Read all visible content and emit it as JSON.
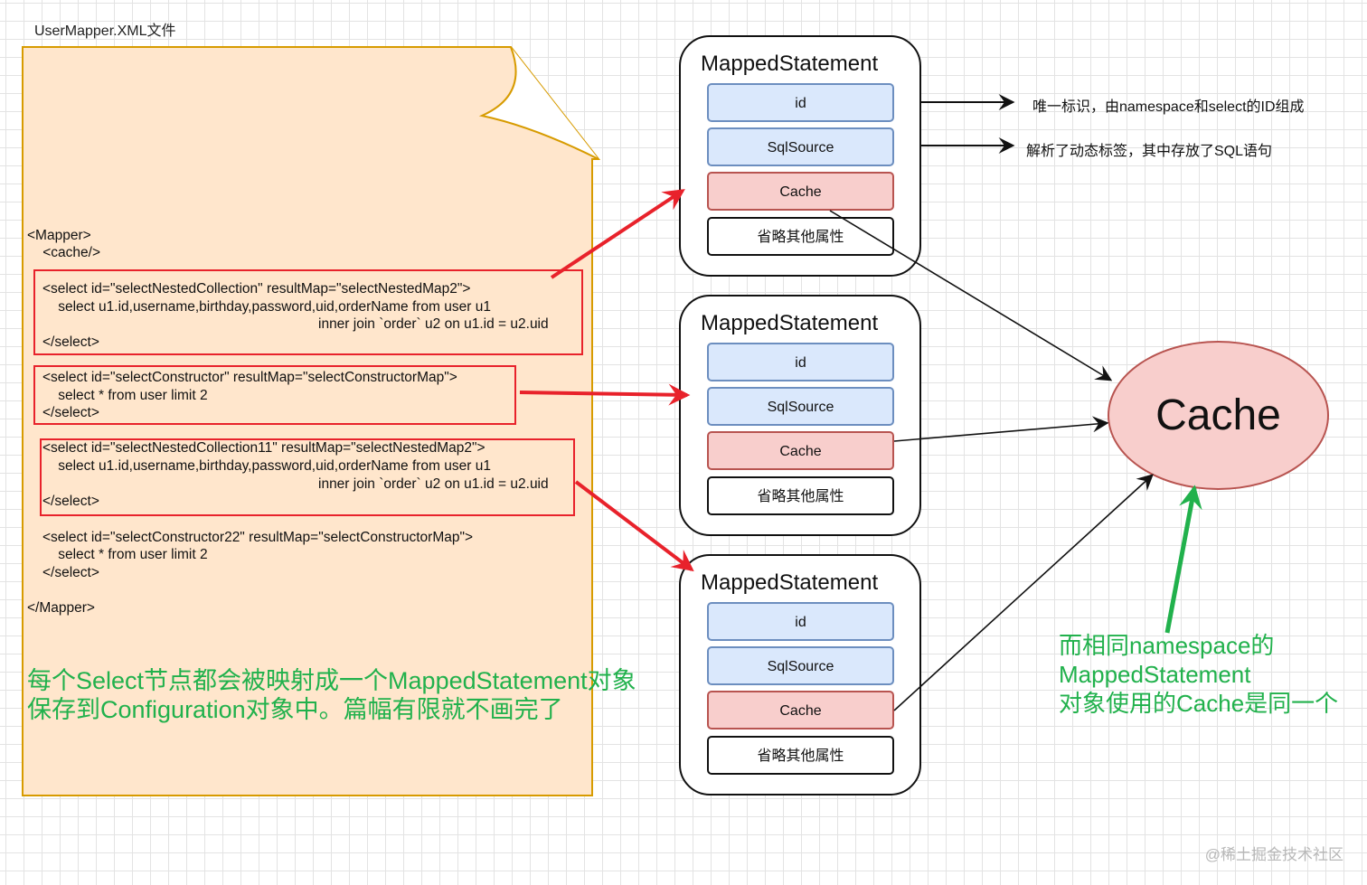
{
  "file_label": "UserMapper.XML文件",
  "code": {
    "mapper_open": "<Mapper>",
    "cache_tag": "    <cache/>",
    "select1": [
      "<select id=\"selectNestedCollection\" resultMap=\"selectNestedMap2\">",
      "    select u1.id,username,birthday,password,uid,orderName from user u1",
      "                                                               inner join `order` u2 on u1.id = u2.uid",
      "</select>"
    ],
    "select2": [
      "<select id=\"selectConstructor\" resultMap=\"selectConstructorMap\">",
      "    select * from user limit 2",
      "</select>"
    ],
    "select3": [
      "<select id=\"selectNestedCollection11\" resultMap=\"selectNestedMap2\">",
      "    select u1.id,username,birthday,password,uid,orderName from user u1",
      "                                                               inner join `order` u2 on u1.id = u2.uid",
      "</select>"
    ],
    "select4": [
      "<select id=\"selectConstructor22\" resultMap=\"selectConstructorMap\">",
      "    select * from user limit 2",
      "</select>"
    ],
    "mapper_close": "</Mapper>"
  },
  "left_caption": [
    "每个Select节点都会被映射成一个MappedStatement对象",
    "保存到Configuration对象中。篇幅有限就不画完了"
  ],
  "mapped_statements": [
    {
      "title": "MappedStatement",
      "fields": [
        "id",
        "SqlSource",
        "Cache",
        "省略其他属性"
      ]
    },
    {
      "title": "MappedStatement",
      "fields": [
        "id",
        "SqlSource",
        "Cache",
        "省略其他属性"
      ]
    },
    {
      "title": "MappedStatement",
      "fields": [
        "id",
        "SqlSource",
        "Cache",
        "省略其他属性"
      ]
    }
  ],
  "notes": {
    "id_note": "唯一标识，由namespace和select的ID组成",
    "sqlsource_note": "解析了动态标签，其中存放了SQL语句"
  },
  "cache_label": "Cache",
  "right_caption": [
    "而相同namespace的",
    "MappedStatement",
    "对象使用的Cache是同一个"
  ],
  "watermark": "@稀土掘金技术社区",
  "colors": {
    "note_fill": "#ffe6cc",
    "note_stroke": "#d79b00",
    "red_arrow": "#e8222b",
    "green": "#21b14c",
    "blue_fill": "#dae8fc",
    "blue_stroke": "#6c8ebf",
    "red_fill": "#f8cecc",
    "red_stroke": "#b85450"
  }
}
